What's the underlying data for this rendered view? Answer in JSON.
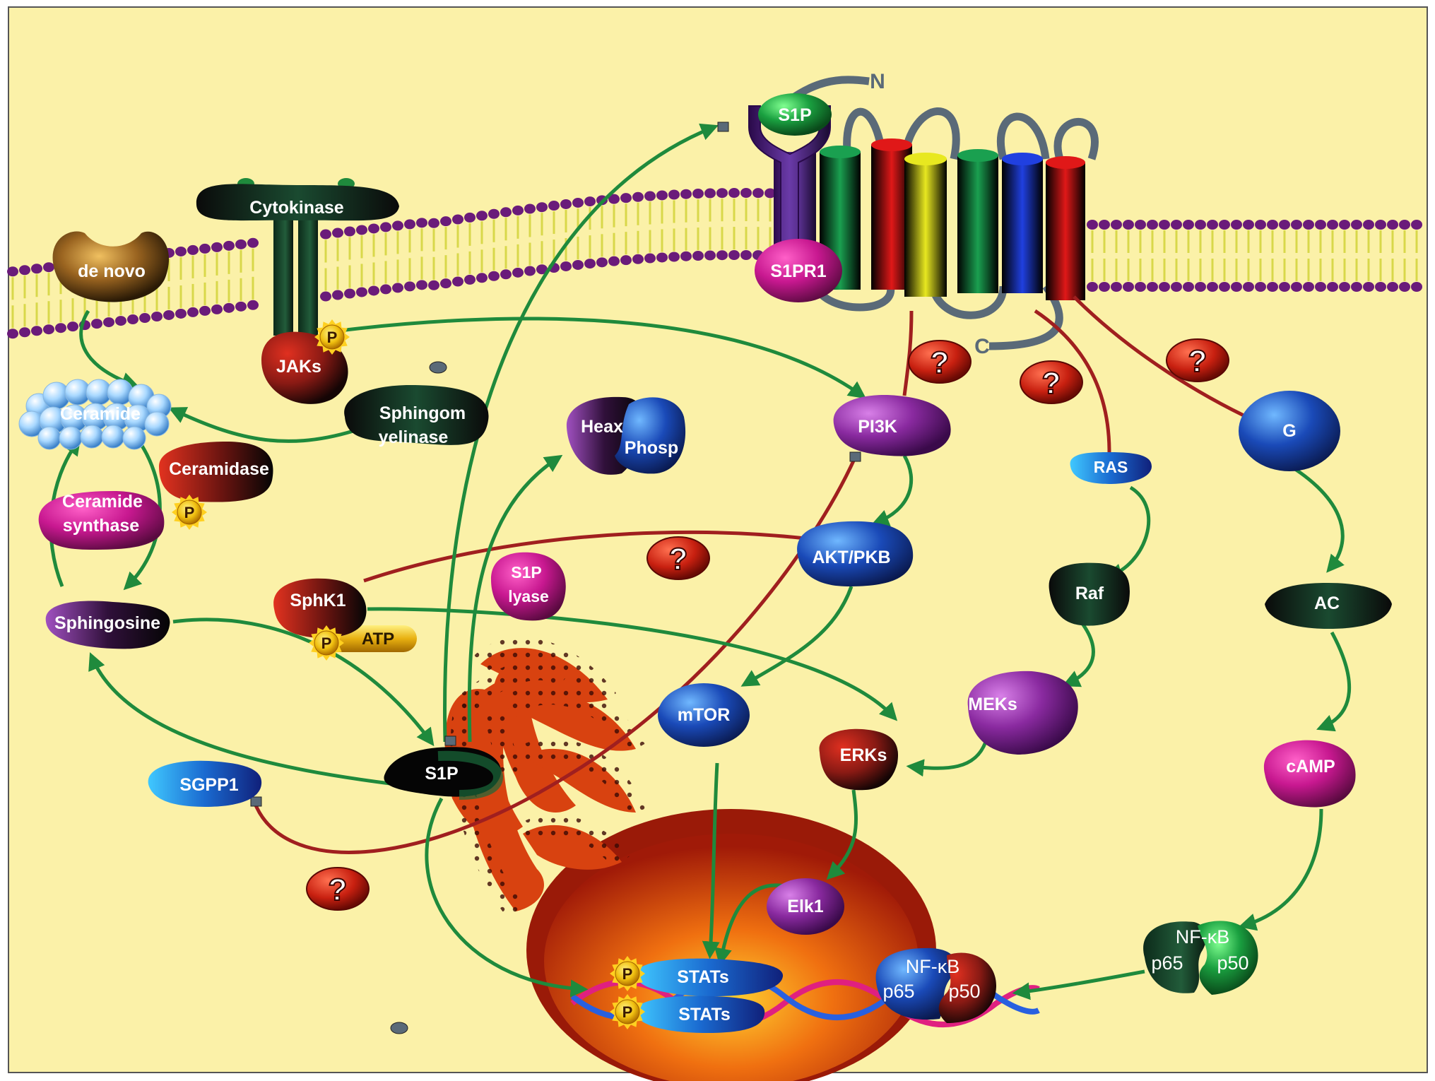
{
  "membrane_receptor": {
    "ligand": "S1P",
    "receptor": "S1PR1",
    "n_term": "N",
    "c_term": "C"
  },
  "nodes": {
    "cytokinase": "Cytokinase",
    "de_novo": "de novo",
    "jaks": "JAKs",
    "ceramide": "Ceramide",
    "sphingomyelinase_1": "Sphingom",
    "sphingomyelinase_2": "yelinase",
    "ceramidase": "Ceramidase",
    "ceramide_synthase_1": "Ceramide",
    "ceramide_synthase_2": "synthase",
    "sphingosine": "Sphingosine",
    "sphk1": "SphK1",
    "atp": "ATP",
    "s1p_lyase_1": "S1P",
    "s1p_lyase_2": "lyase",
    "heax": "Heax",
    "phosp": "Phosp",
    "pi3k": "PI3K",
    "akt": "AKT/PKB",
    "mtor": "mTOR",
    "sgpp1": "SGPP1",
    "s1p_golgi": "S1P",
    "erks": "ERKs",
    "elk1": "Elk1",
    "ras": "RAS",
    "raf": "Raf",
    "meks": "MEKs",
    "g": "G",
    "ac": "AC",
    "camp": "cAMP",
    "nfkb_cyto": "NF-κB",
    "p65_cyto": "p65",
    "p50_cyto": "p50",
    "stats_1": "STATs",
    "stats_2": "STATs",
    "nfkb_nuc": "NF-κB",
    "p65_nuc": "p65",
    "p50_nuc": "p50"
  },
  "phospho_label": "P",
  "unknown_label": "?",
  "colors": {
    "background": "#fbf1a8",
    "activation_arrow": "#1f8a3c",
    "unknown_link": "#a01f1f",
    "membrane_head": "#6a1b7a",
    "membrane_tail": "#d8d84a"
  }
}
